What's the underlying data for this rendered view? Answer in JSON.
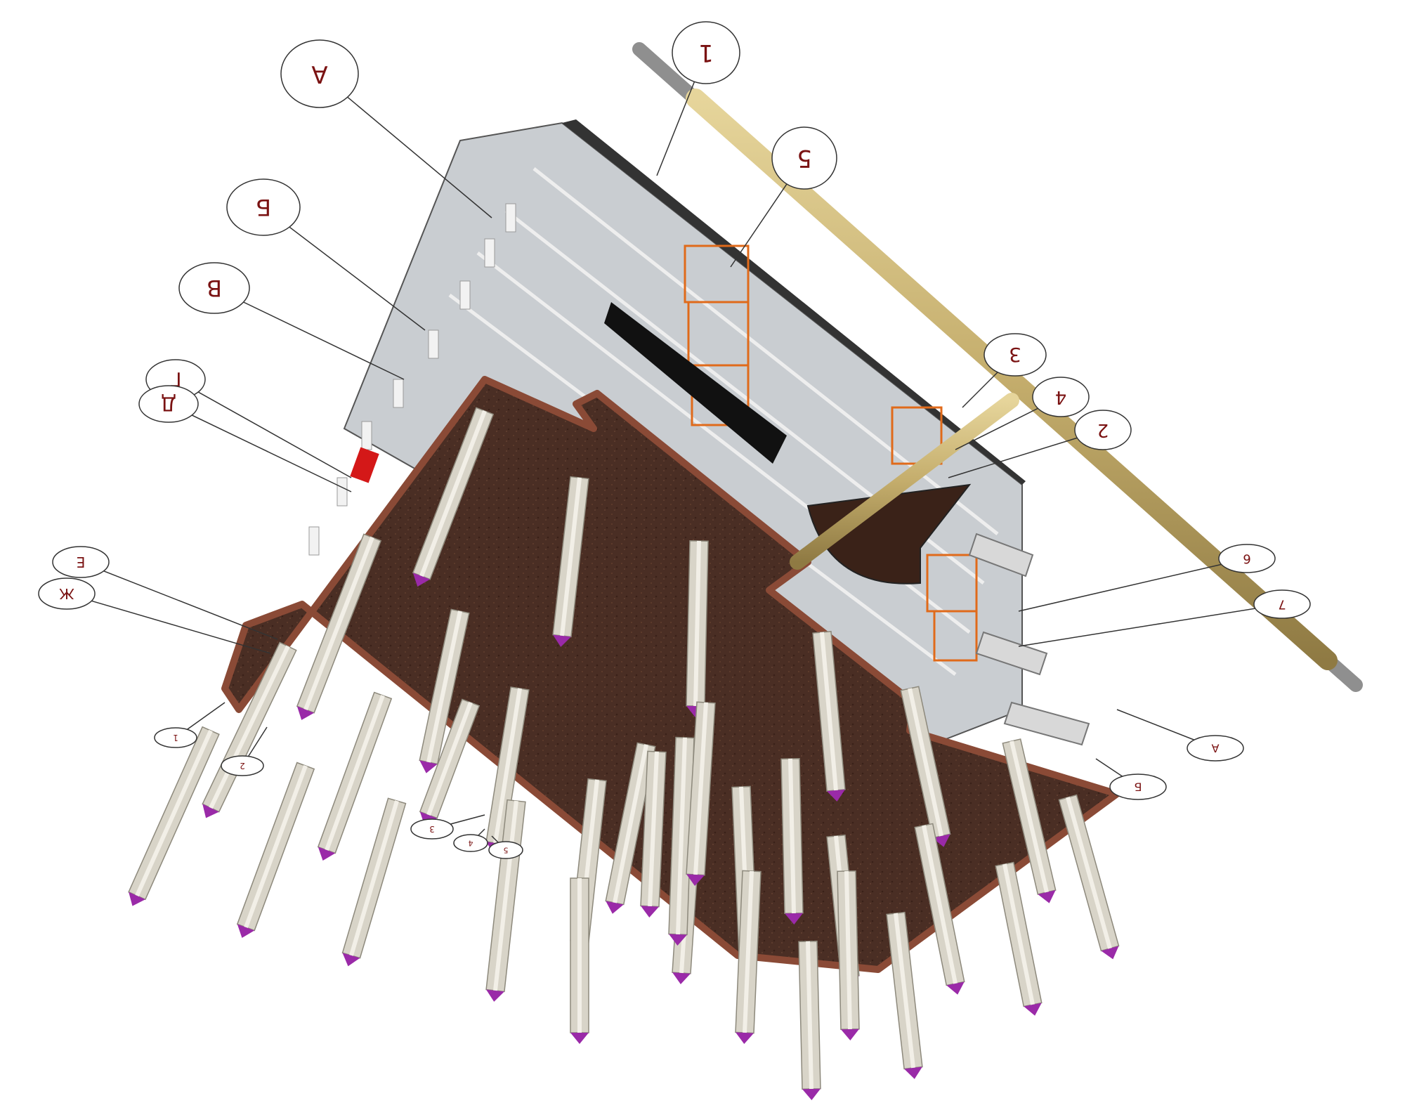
{
  "scene": {
    "colors": {
      "background": "#ffffff",
      "slab": "#4a2e24",
      "slab_edge": "#8a4a36",
      "pile": "#d8d4c8",
      "pile_tip": "#9a2aa8",
      "glass": "#b8bcc0",
      "window_frame": "#e06a1a",
      "pipe": "#c9b47a",
      "label_line": "#333333",
      "label_text": "#7a1212"
    }
  },
  "axis_labels": {
    "top": [
      {
        "id": "A",
        "text": "A"
      },
      {
        "id": "1",
        "text": "1"
      },
      {
        "id": "5",
        "text": "5"
      },
      {
        "id": "B6",
        "text": "Б"
      },
      {
        "id": "V",
        "text": "В"
      },
      {
        "id": "G",
        "text": "Г"
      },
      {
        "id": "D",
        "text": "Д"
      },
      {
        "id": "E",
        "text": "Е"
      },
      {
        "id": "ZH",
        "text": "Ж"
      },
      {
        "id": "3r",
        "text": "3"
      },
      {
        "id": "4r",
        "text": "4"
      },
      {
        "id": "2r",
        "text": "2"
      },
      {
        "id": "6r",
        "text": "6"
      },
      {
        "id": "7r",
        "text": "7"
      }
    ],
    "bottom": [
      {
        "id": "b1",
        "text": "1"
      },
      {
        "id": "b2",
        "text": "2"
      },
      {
        "id": "b3",
        "text": "3"
      },
      {
        "id": "b4",
        "text": "4"
      },
      {
        "id": "b5",
        "text": "5"
      },
      {
        "id": "bA",
        "text": "A"
      },
      {
        "id": "bB",
        "text": "Б"
      }
    ]
  }
}
